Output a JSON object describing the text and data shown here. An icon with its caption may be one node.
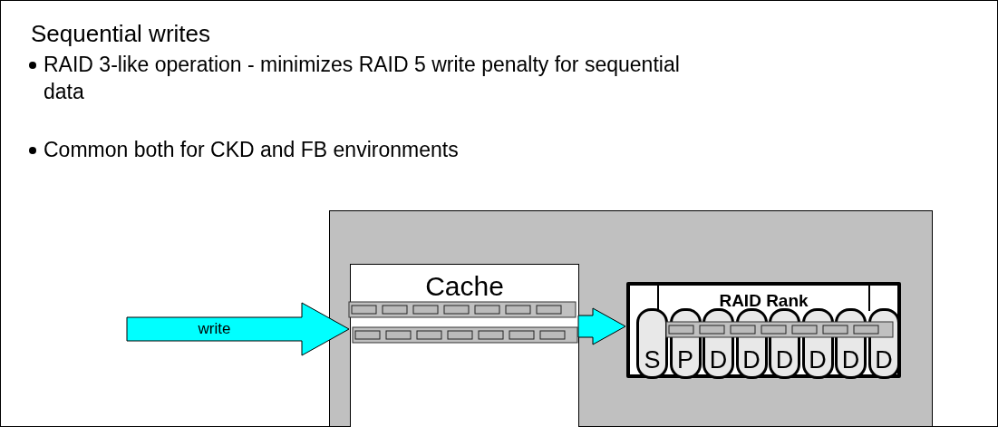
{
  "diagram": {
    "title": "Sequential writes",
    "nodes": [
      {
        "text": [],
        "shape": "box"
      },
      {
        "text": [
          "Cache"
        ],
        "in": 0
      },
      {
        "text": [
          "RAID Rank"
        ],
        "in": 0
      },
      {
        "text": [
          "S"
        ],
        "in": 2
      },
      {
        "text": [
          "P"
        ],
        "in": 2
      },
      {
        "text": [
          "D"
        ],
        "in": 2
      },
      {
        "text": [
          "D"
        ],
        "in": 2
      },
      {
        "text": [
          "D"
        ],
        "in": 2
      },
      {
        "text": [
          "D"
        ],
        "in": 2
      },
      {
        "text": [
          "D"
        ],
        "in": 2
      },
      {
        "text": [
          "D"
        ],
        "in": 2
      }
    ],
    "edges": [
      {
        "from": null,
        "to": 1,
        "arrow": "to",
        "label": "write"
      },
      {
        "from": 1,
        "to": 2,
        "arrow": "to"
      }
    ],
    "labels": [
      "RAID 3-like operation - minimizes RAID 5 write penalty for sequential data",
      "Common both for CKD and FB environments"
    ]
  }
}
